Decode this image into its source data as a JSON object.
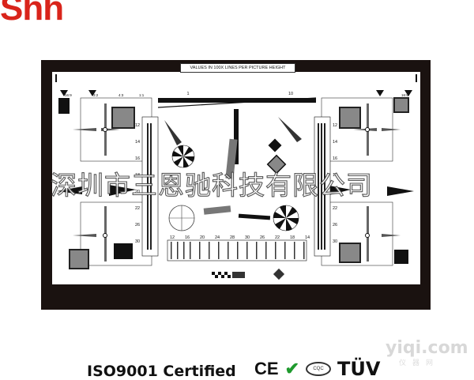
{
  "brand": {
    "logo_text": "Shh",
    "accent": "#d9241b"
  },
  "chart_header": "VALUES IN 100X LINES PER PICTURE HEIGHT",
  "watermark": "深圳市三恩驰科技有限公司",
  "site": {
    "name": "yiqi.com",
    "sub": "仪器网"
  },
  "certifications": {
    "iso": "ISO9001 Certified",
    "ce": "CE",
    "cqc": "CQC",
    "tuv": "TÜV"
  },
  "corner_tags": {
    "top_left": "16:9",
    "top_left_2": "3:2",
    "top_left_3": "4:3",
    "top_right": "16:9",
    "mid": "1:1"
  },
  "left_scale_labels": [
    "12",
    "14",
    "16",
    "18",
    "20",
    "22",
    "26",
    "30"
  ],
  "right_scale_labels": [
    "12",
    "14",
    "16",
    "18",
    "20",
    "22",
    "26",
    "30"
  ],
  "bottom_scale_labels": [
    "12",
    "16",
    "20",
    "24",
    "28",
    "30",
    "26",
    "22",
    "18",
    "14"
  ],
  "hbar_scale": [
    "1",
    "10"
  ]
}
